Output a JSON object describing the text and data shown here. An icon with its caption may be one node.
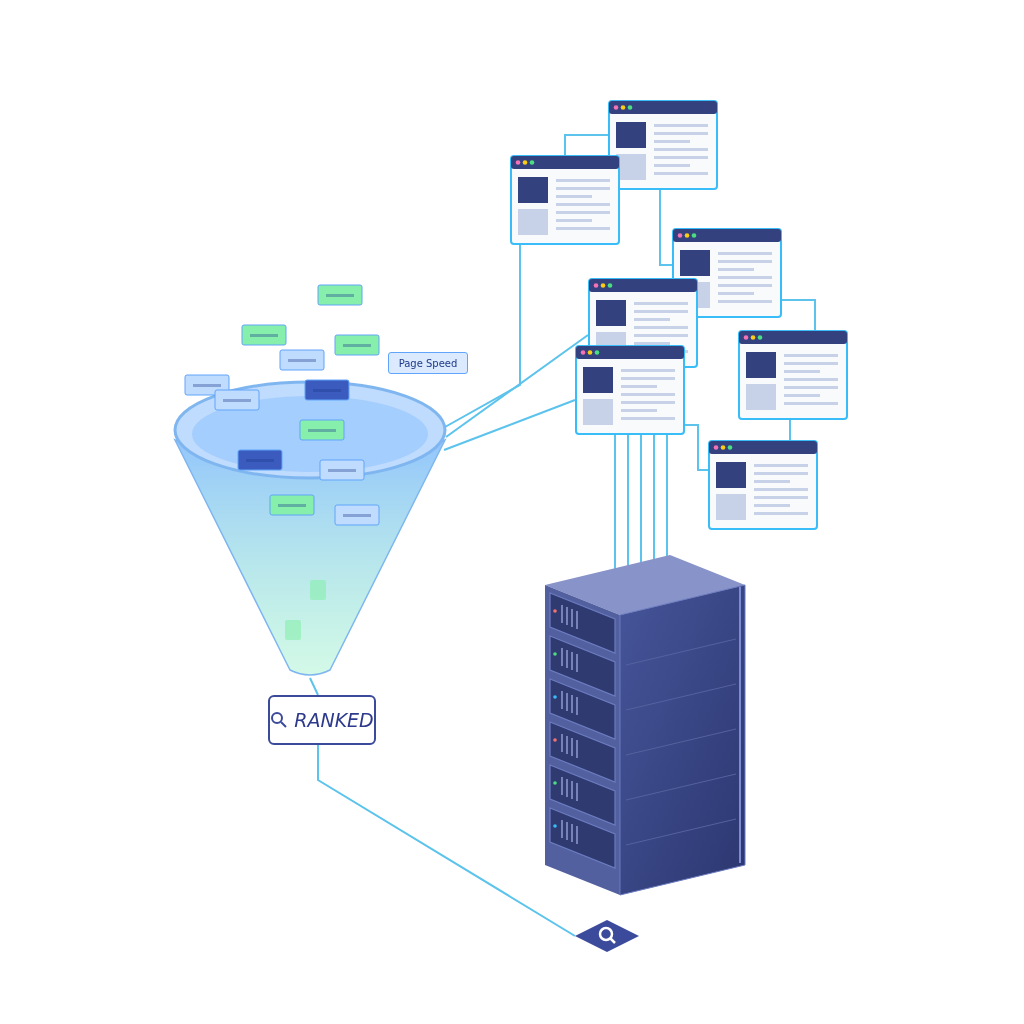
{
  "diagram": {
    "nodes": [
      {
        "text": [],
        "shape": "picture"
      },
      {
        "text": [
          "Page Speed"
        ]
      },
      {
        "text": [],
        "shape": "picture"
      },
      {
        "text": [],
        "shape": "picture"
      },
      {
        "text": [],
        "shape": "picture"
      },
      {
        "text": [],
        "shape": "picture"
      },
      {
        "text": [],
        "shape": "picture"
      },
      {
        "text": [],
        "shape": "picture"
      },
      {
        "text": [],
        "shape": "picture"
      },
      {
        "text": [],
        "shape": "picture"
      },
      {
        "text": [
          "RANKED"
        ]
      },
      {
        "text": [],
        "shape": "picture"
      }
    ],
    "edges": [
      {
        "from": 0,
        "to": 3,
        "arrow": "none"
      },
      {
        "from": 0,
        "to": 5,
        "arrow": "none"
      },
      {
        "from": 0,
        "to": 7,
        "arrow": "none"
      },
      {
        "from": 3,
        "to": 2,
        "arrow": "none"
      },
      {
        "from": 2,
        "to": 4,
        "arrow": "none"
      },
      {
        "from": 4,
        "to": 6,
        "arrow": "none"
      },
      {
        "from": 6,
        "to": 8,
        "arrow": "none"
      },
      {
        "from": 7,
        "to": 8,
        "arrow": "none"
      },
      {
        "from": 7,
        "to": 9,
        "arrow": "none"
      },
      {
        "from": 0,
        "to": 10,
        "arrow": "none"
      },
      {
        "from": 10,
        "to": 11,
        "arrow": "none"
      }
    ]
  }
}
